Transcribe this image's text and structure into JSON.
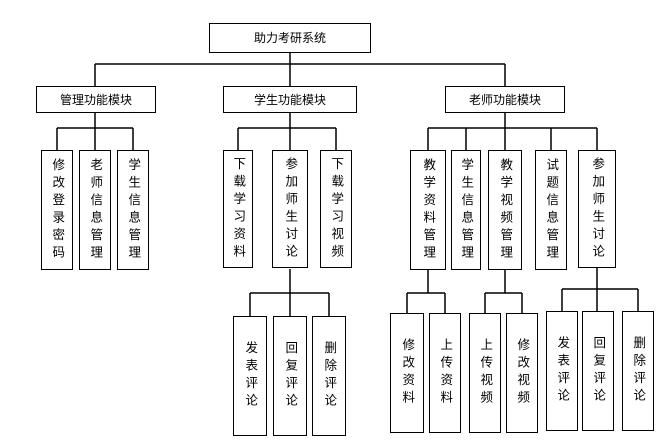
{
  "root": {
    "label": "助力考研系统"
  },
  "modules": {
    "admin": {
      "label": "管理功能模块",
      "children": [
        "修改登录密码",
        "老师信息管理",
        "学生信息管理"
      ]
    },
    "student": {
      "label": "学生功能模块",
      "children": [
        "下载学习资料",
        "参加师生讨论",
        "下载学习视频"
      ],
      "discussion": [
        "发表评论",
        "回复评论",
        "删除评论"
      ]
    },
    "teacher": {
      "label": "老师功能模块",
      "children": [
        "教学资料管理",
        "学生信息管理",
        "教学视频管理",
        "试题信息管理",
        "参加师生讨论"
      ],
      "materials": [
        "修改资料",
        "上传资料"
      ],
      "videos": [
        "上传视频",
        "修改视频"
      ],
      "discussion": [
        "发表评论",
        "回复评论",
        "删除评论"
      ]
    }
  }
}
